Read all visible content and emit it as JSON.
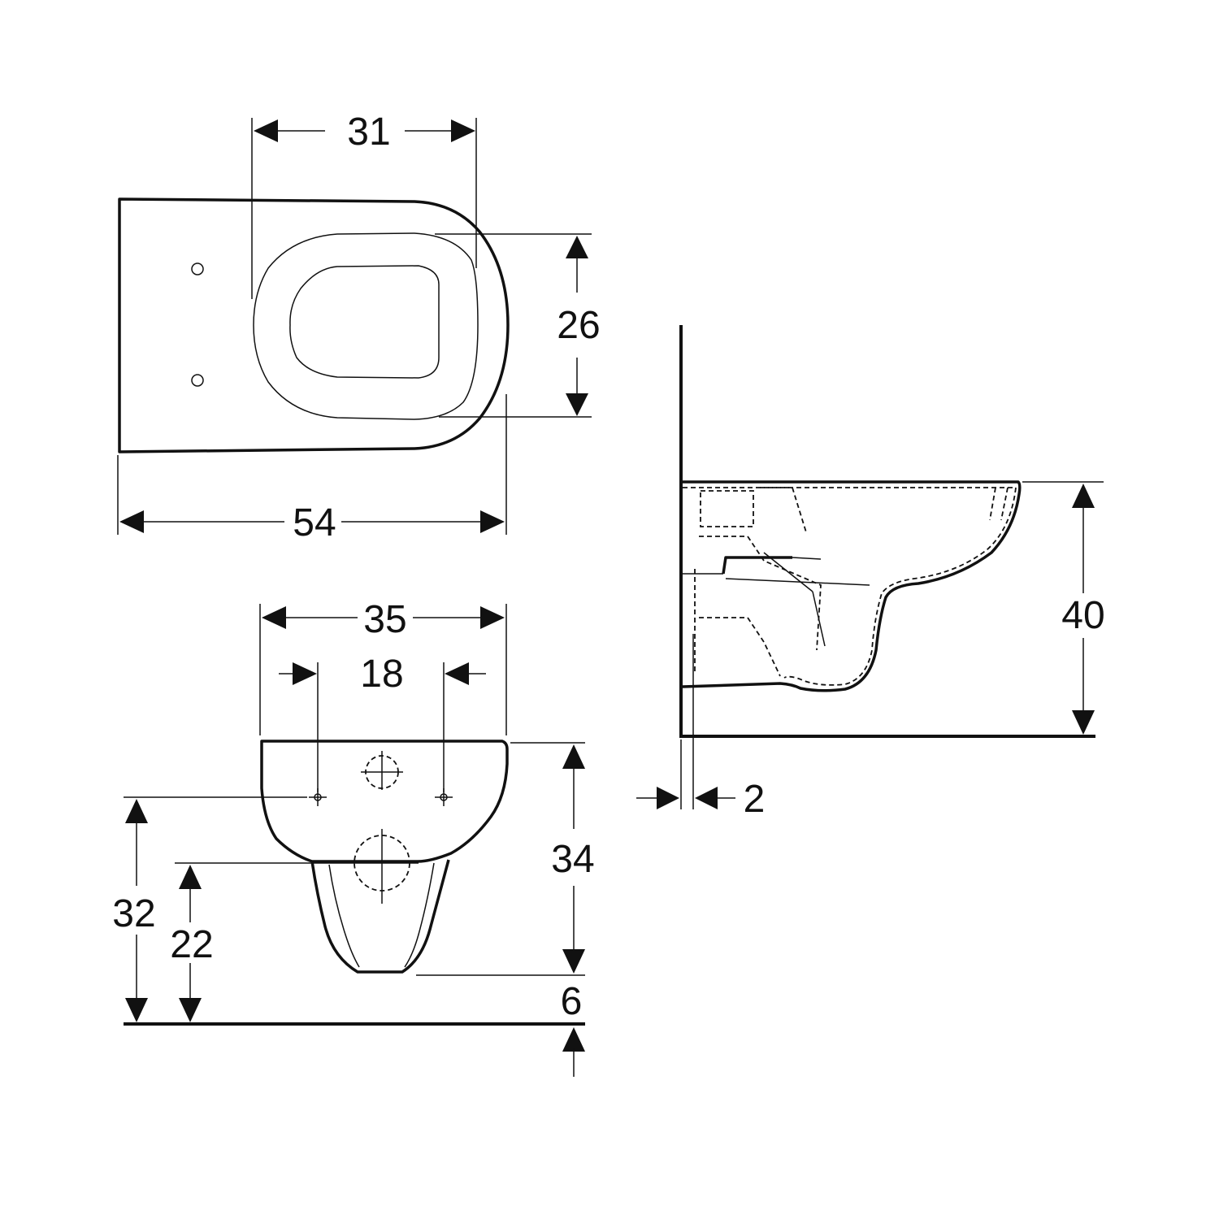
{
  "drawing": {
    "subject": "Wall-hung toilet dimension drawing",
    "units": "cm",
    "colors": {
      "line": "#111111",
      "background": "#ffffff"
    }
  },
  "top_view": {
    "seat_width": "31",
    "seat_depth": "26",
    "overall_length": "54"
  },
  "front_view": {
    "overall_width": "35",
    "fixing_spacing": "18",
    "height_total": "34",
    "fixing_height": "32",
    "outlet_height": "22",
    "floor_clearance": "6"
  },
  "side_view": {
    "rim_height": "40",
    "wall_gap": "2"
  }
}
